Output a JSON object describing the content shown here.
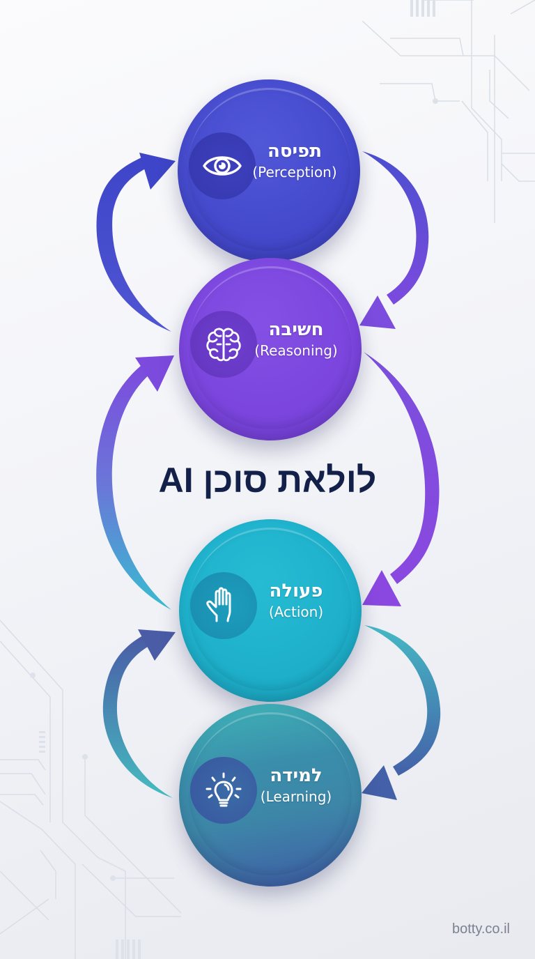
{
  "title": "לולאת סוכן AI",
  "footer": {
    "brand": "botty.co.il"
  },
  "nodes": [
    {
      "id": "perception",
      "hebrew": "תפיסה",
      "english": "(Perception)",
      "icon": "eye-icon",
      "color": "#4549cf",
      "disc": "#3a3cb8"
    },
    {
      "id": "reasoning",
      "hebrew": "חשיבה",
      "english": "(Reasoning)",
      "icon": "brain-icon",
      "color": "#7c46df",
      "disc": "#6a38c8"
    },
    {
      "id": "action",
      "hebrew": "פעולה",
      "english": "(Action)",
      "icon": "hand-icon",
      "color": "#1fb1cc",
      "disc": "#1b93b4"
    },
    {
      "id": "learning",
      "hebrew": "למידה",
      "english": "(Learning)",
      "icon": "lightbulb-icon",
      "color": "#3d87a8",
      "disc": "#3a61a0"
    }
  ],
  "arrows": [
    {
      "from": "reasoning",
      "to": "perception",
      "side": "left",
      "colors": [
        "#4f55d2",
        "#3e45c8"
      ]
    },
    {
      "from": "perception",
      "to": "reasoning",
      "side": "right",
      "colors": [
        "#4b4fcf",
        "#7c4ade"
      ]
    },
    {
      "from": "action",
      "to": "reasoning",
      "side": "left",
      "colors": [
        "#38bcd0",
        "#7d4ade"
      ]
    },
    {
      "from": "reasoning",
      "to": "action",
      "side": "right",
      "colors": [
        "#7a4fdc",
        "#8a48e0"
      ]
    },
    {
      "from": "learning",
      "to": "action",
      "side": "left",
      "colors": [
        "#45bcc0",
        "#4a5ca6"
      ]
    },
    {
      "from": "action",
      "to": "learning",
      "side": "right",
      "colors": [
        "#45b9c4",
        "#4460a8"
      ]
    }
  ],
  "colors": {
    "title": "#13204a",
    "footer": "#7b8190",
    "background": "#f3f4f8"
  }
}
